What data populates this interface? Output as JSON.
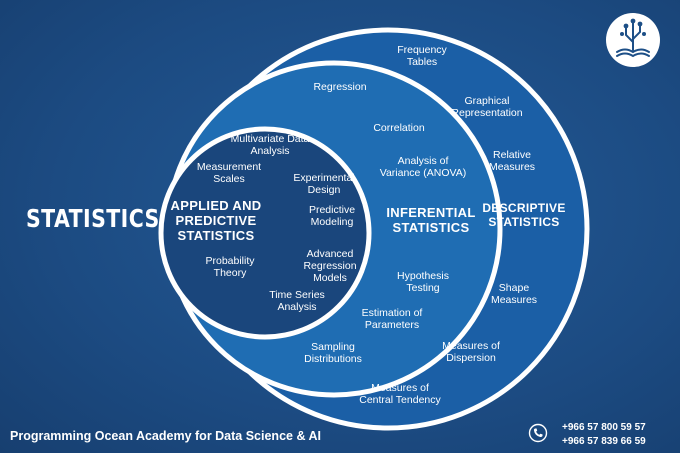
{
  "title": "STATISTICS",
  "headings": {
    "applied": "APPLIED AND\nPREDICTIVE\nSTATISTICS",
    "inferential": "INFERENTIAL\nSTATISTICS",
    "descriptive": "DESCRIPTIVE\nSTATISTICS"
  },
  "applied_items": [
    "Multivariate Data\nAnalysis",
    "Measurement\nScales",
    "Experimental\nDesign",
    "Predictive\nModeling",
    "Advanced\nRegression\nModels",
    "Probability\nTheory",
    "Time Series\nAnalysis"
  ],
  "inferential_items": [
    "Regression",
    "Correlation",
    "Analysis of\nVariance (ANOVA)",
    "Hypothesis\nTesting",
    "Estimation of\nParameters",
    "Sampling\nDistributions"
  ],
  "descriptive_items": [
    "Frequency\nTables",
    "Graphical\nRepresentation",
    "Relative\nMeasures",
    "Shape\nMeasures",
    "Measures of\nDispersion",
    "Measures of\nCentral Tendency"
  ],
  "footer": {
    "academy": "Programming Ocean Academy for Data Science & AI",
    "phone1": "+966 57 800 59 57",
    "phone2": "+966 57 839 66 59"
  },
  "colors": {
    "background": "#1d4f87",
    "outer_ring": "#1b5fa6",
    "middle_ring": "#1f6db3",
    "inner_circle": "#1a467c",
    "stroke": "#ffffff"
  },
  "icons": [
    "logo-icon",
    "phone-icon"
  ]
}
